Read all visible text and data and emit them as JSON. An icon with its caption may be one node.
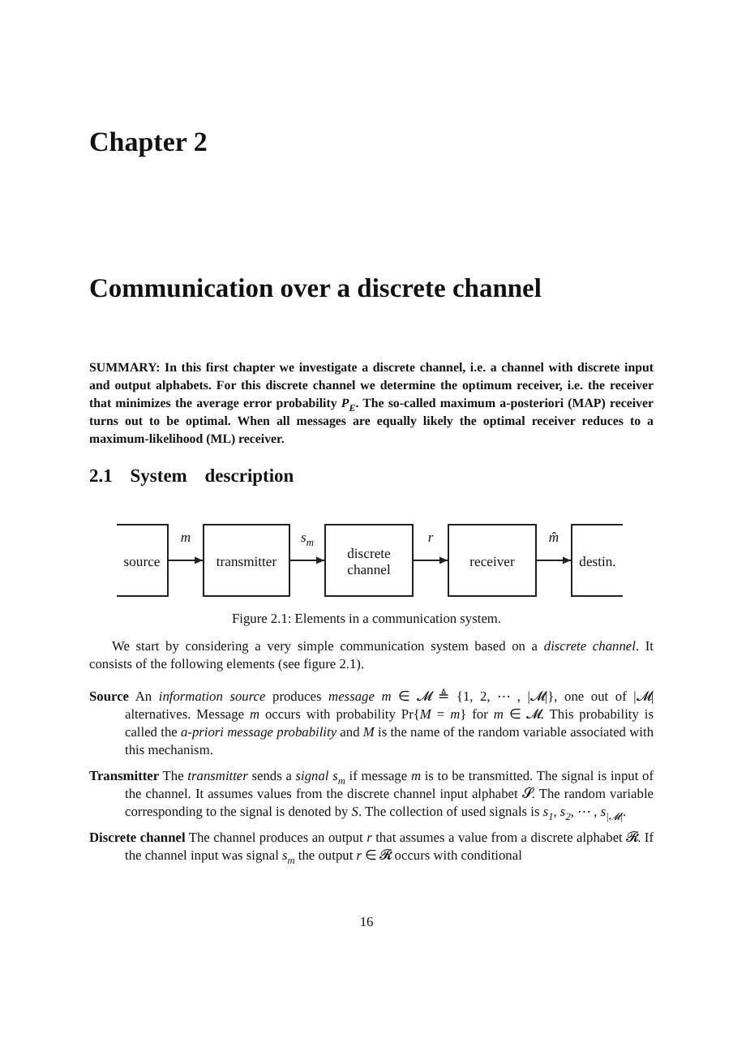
{
  "diagram": {
    "title": "Communication over a discrete channel",
    "caption": "Figure 2.1: Elements in a communication system.",
    "nodes": [
      {
        "text": [
          "source"
        ]
      },
      {
        "text": [
          "transmitter"
        ]
      },
      {
        "text": [
          "discrete channel"
        ]
      },
      {
        "text": [
          "receiver"
        ]
      },
      {
        "text": [
          "destin."
        ]
      }
    ],
    "edges": [
      {
        "from": 0,
        "to": 1,
        "arrow": "to",
        "label": "*m*"
      },
      {
        "from": 1,
        "to": 2,
        "arrow": "to",
        "label": "*s*$_{m}$"
      },
      {
        "from": 2,
        "to": 3,
        "arrow": "to",
        "label": "*r*"
      },
      {
        "from": 3,
        "to": 4,
        "arrow": "to",
        "label": "*m̂*"
      }
    ],
    "labels": [
      "Chapter 2",
      "SUMMARY: In this first chapter we investigate a discrete channel, i.e. a channel with discrete input and output alphabets. For this discrete channel we determine the optimum receiver, i.e. the receiver that minimizes the average error probability *P*$_{E}$. The so-called maximum a-posteriori (MAP) receiver turns out to be optimal. When all messages are equally likely the optimal receiver reduces to a maximum-likelihood (ML) receiver.",
      "2.1 System description",
      "We start by considering a very simple communication system based on a *discrete channel*. It consists of the following elements (see figure 2.1).",
      "**Source** An *information source* produces *message* *m* ∈ 𝓜 ≜ {1, 2, ⋯ , |𝓜|}, one out of |𝓜| alternatives. Message *m* occurs with probability Pr{*M* = *m*} for *m* ∈ 𝓜. This probability is called the *a-priori message probability* and *M* is the name of the random variable associated with this mechanism.",
      "**Transmitter** The *transmitter* sends a *signal* *s*$_{m}$ if message *m* is to be transmitted. The signal is input of the channel. It assumes values from the discrete channel input alphabet 𝓢. The random variable corresponding to the signal is denoted by *S*. The collection of used signals is *s*$_{1}$, *s*$_{2}$, ⋯ , *s*$_{|𝓜|}$.",
      "**Discrete channel** The channel produces an output *r* that assumes a value from a discrete alphabet 𝓡. If the channel input was signal *s*$_{m}$ the output *r* ∈ 𝓡 occurs with conditional",
      "16"
    ]
  }
}
